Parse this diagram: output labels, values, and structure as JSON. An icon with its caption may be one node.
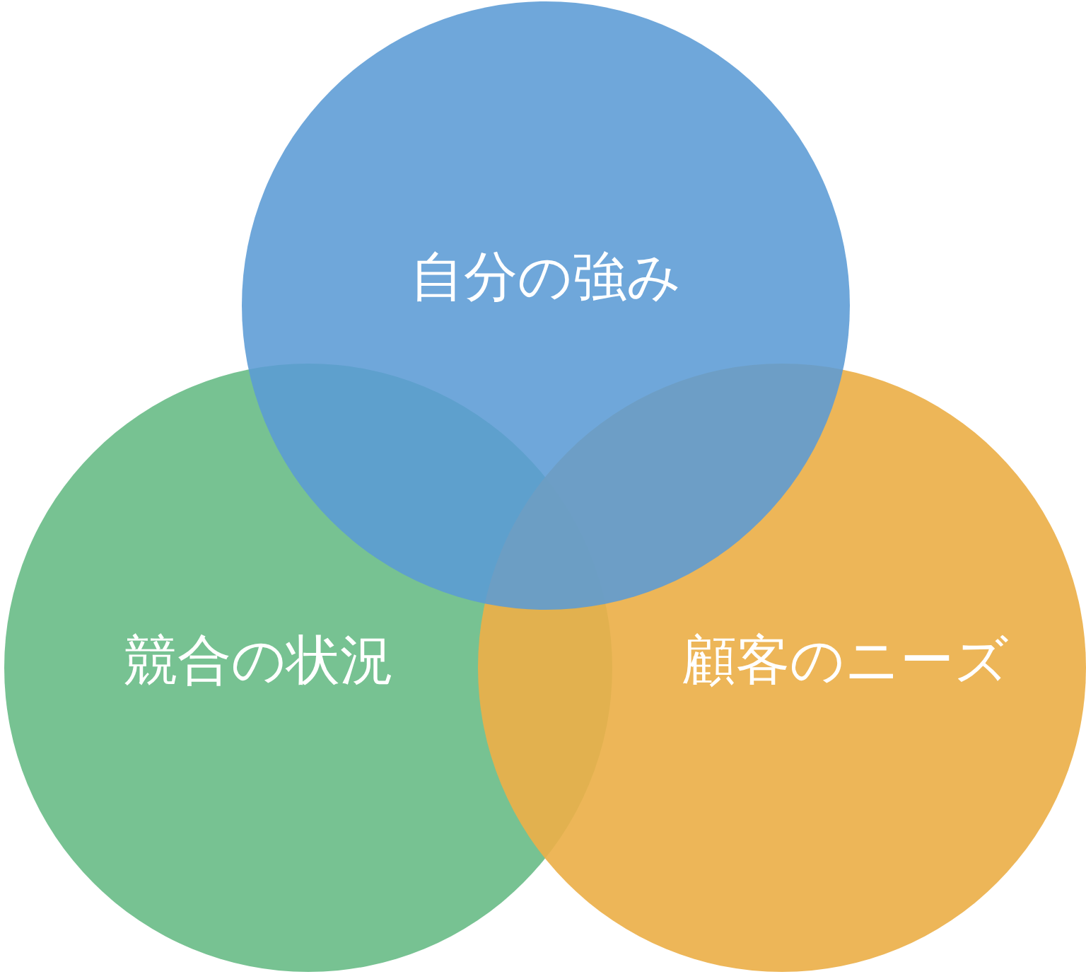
{
  "diagram": {
    "nodes": [
      {
        "text": [
          "自分の強み"
        ]
      },
      {
        "text": [
          "競合の状況"
        ]
      },
      {
        "text": [
          "顧客のニーズ"
        ]
      }
    ]
  }
}
